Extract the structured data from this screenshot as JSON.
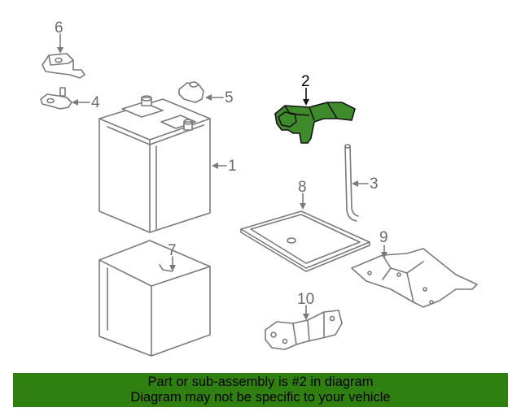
{
  "callouts": [
    {
      "id": "1",
      "label": "1"
    },
    {
      "id": "2",
      "label": "2"
    },
    {
      "id": "3",
      "label": "3"
    },
    {
      "id": "4",
      "label": "4"
    },
    {
      "id": "5",
      "label": "5"
    },
    {
      "id": "6",
      "label": "6"
    },
    {
      "id": "7",
      "label": "7"
    },
    {
      "id": "8",
      "label": "8"
    },
    {
      "id": "9",
      "label": "9"
    },
    {
      "id": "10",
      "label": "10"
    }
  ],
  "highlight_color": "#3f8a2a",
  "banner": {
    "line1": "Part or sub-assembly is #2 in diagram",
    "line2": "Diagram may not be specific to your vehicle",
    "background": "#2f7f11"
  }
}
